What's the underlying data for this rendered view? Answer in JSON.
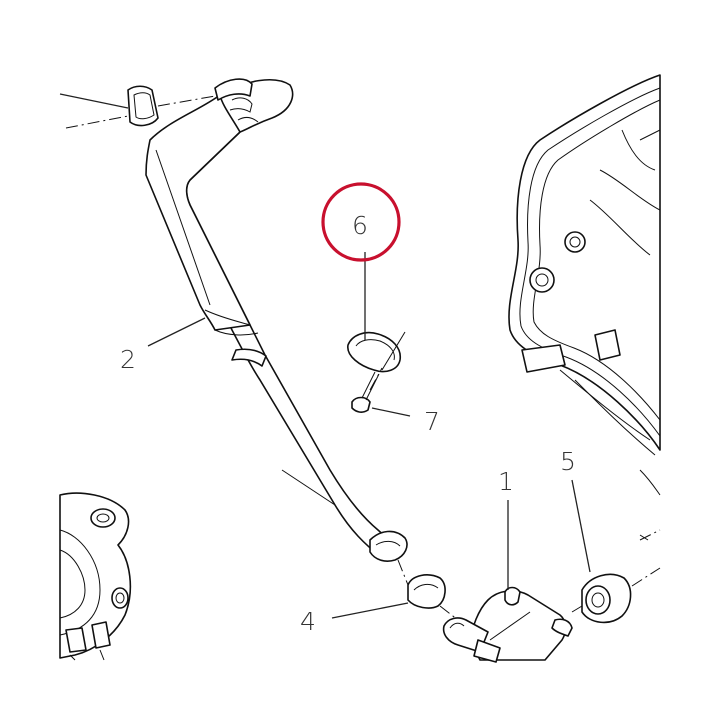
{
  "diagram": {
    "callouts": [
      {
        "id": "1",
        "label": "1"
      },
      {
        "id": "2",
        "label": "2"
      },
      {
        "id": "4",
        "label": "4"
      },
      {
        "id": "5",
        "label": "5"
      },
      {
        "id": "6",
        "label": "6",
        "highlighted": true
      },
      {
        "id": "7",
        "label": "7"
      }
    ],
    "highlight_color": "#c8102e"
  }
}
